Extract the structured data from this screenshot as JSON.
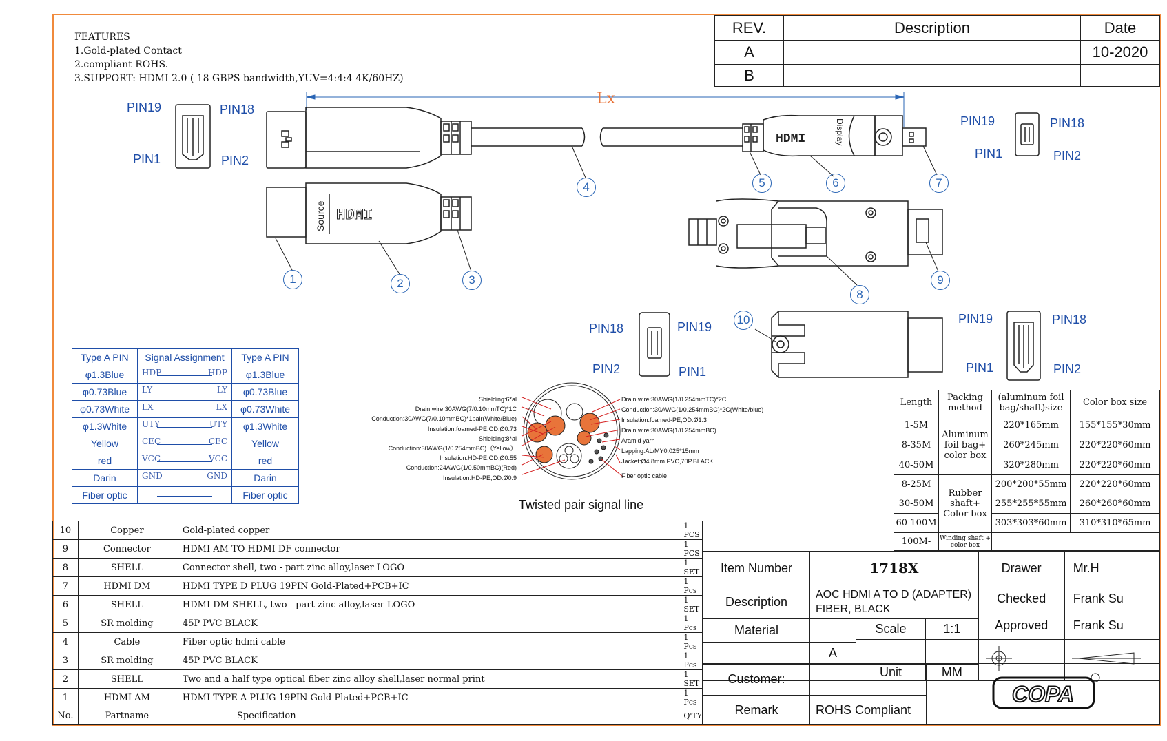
{
  "features": {
    "title": "FEATURES",
    "items": [
      "1.Gold-plated Contact",
      "2.compliant ROHS.",
      "3.SUPPORT: HDMI 2.0 ( 18 GBPS bandwidth,YUV=4:4:4 4K/60HZ)"
    ]
  },
  "revision": {
    "headers": [
      "REV.",
      "Description",
      "Date"
    ],
    "rows": [
      [
        "A",
        "",
        "10-2020"
      ],
      [
        "B",
        "",
        ""
      ]
    ]
  },
  "drawing": {
    "length_label": "Lx",
    "source_text": "Source",
    "display_text": "Display",
    "hdmi_logo": "HDMI",
    "callouts": [
      "1",
      "2",
      "3",
      "4",
      "5",
      "6",
      "7",
      "8",
      "9",
      "10"
    ],
    "pins": {
      "pin19": "PIN19",
      "pin18": "PIN18",
      "pin1": "PIN1",
      "pin2": "PIN2"
    }
  },
  "pin_table": {
    "headers": [
      "Type A PIN",
      "Signal Assignment",
      "Type A PIN"
    ],
    "rows": [
      {
        "left": "φ1.3Blue",
        "sl": "HDP",
        "sr": "HDP",
        "right": "φ1.3Blue"
      },
      {
        "left": "φ0.73Blue",
        "sl": "LY",
        "sr": "LY",
        "right": "φ0.73Blue"
      },
      {
        "left": "φ0.73White",
        "sl": "LX",
        "sr": "LX",
        "right": "φ0.73White"
      },
      {
        "left": "φ1.3White",
        "sl": "UTY",
        "sr": "UTY",
        "right": "φ1.3White"
      },
      {
        "left": "Yellow",
        "sl": "CEC",
        "sr": "CEC",
        "right": "Yellow"
      },
      {
        "left": "red",
        "sl": "VCC",
        "sr": "VCC",
        "right": "red"
      },
      {
        "left": "Darin",
        "sl": "GND",
        "sr": "GND",
        "right": "Darin"
      },
      {
        "left": "Fiber optic",
        "sl": "",
        "sr": "",
        "right": "Fiber optic"
      }
    ]
  },
  "cable": {
    "caption": "Twisted pair signal line",
    "left_labels": [
      "Shielding:6*al",
      "Drain wire:30AWG(7/0.10mmTC)*1C",
      "Conduction:30AWG(7/0.10mmBC)*1pair(White/Blue)",
      "Insulation:foamed-PE,OD:Ø0.73",
      "Shielding:8*al",
      "Conduction:30AWG(1/0.254mmBC)（Yellow）",
      "Insulation:HD-PE,OD:Ø0.55",
      "Conduction:24AWG(1/0.50mmBC)(Red)",
      "Insulation:HD-PE,OD:Ø0.9"
    ],
    "right_labels": [
      "Drain wire:30AWG(1/0.254mmTC)*2C",
      "Conduction:30AWG(1/0.254mmBC)*2C(White/blue)",
      "Insulation:foamed-PE,OD:Ø1.3",
      "Drain wire:30AWG(1/0.254mmBC)",
      "Aramid yarn",
      "Lapping:AL/MY0.025*15mm",
      "Jacket:Ø4.8mm PVC,70P.BLACK",
      "Fiber optic cable"
    ]
  },
  "packing": {
    "headers": [
      "Length",
      "Packing method",
      "(aluminum foil bag/shaft)size",
      "Color box size"
    ],
    "rows": [
      [
        "1-5M",
        "220*165mm",
        "155*155*30mm"
      ],
      [
        "8-35M",
        "260*245mm",
        "220*220*60mm"
      ],
      [
        "40-50M",
        "320*280mm",
        "220*220*60mm"
      ],
      [
        "8-25M",
        "200*200*55mm",
        "220*220*60mm"
      ],
      [
        "30-50M",
        "255*255*55mm",
        "260*260*60mm"
      ],
      [
        "60-100M",
        "303*303*60mm",
        "310*310*65mm"
      ],
      [
        "100M-",
        "",
        ""
      ]
    ],
    "method_a": "Aluminum foil bag+ color box",
    "method_b": "Rubber shaft+ Color box",
    "method_c": "Winding shaft + color box"
  },
  "bom": {
    "rows": [
      [
        "10",
        "Copper",
        "Gold-plated copper",
        "1 PCS"
      ],
      [
        "9",
        "Connector",
        "HDMI AM TO HDMI DF connector",
        "1 PCS"
      ],
      [
        "8",
        "SHELL",
        "Connector shell, two - part zinc alloy,laser LOGO",
        "1 SET"
      ],
      [
        "7",
        "HDMI DM",
        "HDMI TYPE D PLUG 19PIN Gold-Plated+PCB+IC",
        "1 Pcs"
      ],
      [
        "6",
        "SHELL",
        "HDMI DM SHELL, two - part zinc alloy,laser LOGO",
        "1 SET"
      ],
      [
        "5",
        "SR molding",
        "45P PVC BLACK",
        "1 Pcs"
      ],
      [
        "4",
        "Cable",
        "Fiber optic hdmi cable",
        "1 Pcs"
      ],
      [
        "3",
        "SR molding",
        "45P PVC BLACK",
        "1 Pcs"
      ],
      [
        "2",
        "SHELL",
        "Two and a half type optical fiber zinc alloy shell,laser normal print",
        "1 SET"
      ],
      [
        "1",
        "HDMI AM",
        "HDMI TYPE A PLUG 19PIN Gold-Plated+PCB+IC",
        "1 Pcs"
      ]
    ],
    "footer": [
      "No.",
      "Partname",
      "Specification",
      "Q'TY"
    ]
  },
  "title_block": {
    "item_number_label": "Item Number",
    "item_number": "1718X",
    "drawer_label": "Drawer",
    "drawer": "Mr.H",
    "description_label": "Description",
    "description_1": "AOC HDMI A TO D (ADAPTER)",
    "description_2": "FIBER, BLACK",
    "checked_label": "Checked",
    "checked": "Frank Su",
    "approved_label": "Approved",
    "approved": "Frank Su",
    "material_label": "Material",
    "material": "A",
    "scale_label": "Scale",
    "scale": "1:1",
    "unit_label": "Unit",
    "unit": "MM",
    "customer_label": "Customer:",
    "customer": "",
    "remark_label": "Remark",
    "remark": "ROHS Compliant",
    "logo": "COPA"
  },
  "colors": {
    "frame": "#f08a3c",
    "blue": "#1f4ea8",
    "red": "#d42020",
    "orange": "#e8743a"
  }
}
